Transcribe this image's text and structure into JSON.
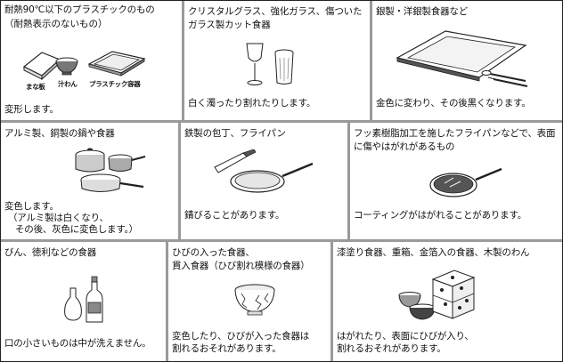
{
  "cells": [
    {
      "title": "耐熱90℃以下のプラスチックのもの",
      "subtitle": "（耐熱表示のないもの）",
      "labels": [
        "まな板",
        "汁わん",
        "プラスチック容器"
      ],
      "desc": "変形します。"
    },
    {
      "title": "クリスタルグラス、強化ガラス、傷ついたガラス製カット食器",
      "desc": "白く濁ったり割れたりします。"
    },
    {
      "title": "銀製・洋銀製食器など",
      "desc": "金色に変わり、その後黒くなります。"
    },
    {
      "title": "アルミ製、銅製の鍋や食器",
      "desc_lines": [
        "変色します。",
        "（アルミ製は白くなり、",
        "その後、灰色に変色します。）"
      ]
    },
    {
      "title": "鉄製の包丁、フライパン",
      "desc": "錆びることがあります。"
    },
    {
      "title": "フッ素樹脂加工を施したフライパンなどで、表面に傷やはがれがあるもの",
      "desc": "コーティングがはがれることがあります。"
    },
    {
      "title": "びん、徳利などの食器",
      "desc": "口の小さいものは中が洗えません。"
    },
    {
      "title_lines": [
        "ひびの入った食器、",
        "貫入食器（ひび割れ模様の食器）"
      ],
      "desc_lines": [
        "変色したり、ひびが入った食器は",
        "割れるおそれがあります。"
      ]
    },
    {
      "title": "漆塗り食器、重箱、金箔入の食器、木製のわん",
      "desc_lines": [
        "はがれたり、表面にひびが入り、",
        "割れるおそれがあります。"
      ]
    }
  ]
}
